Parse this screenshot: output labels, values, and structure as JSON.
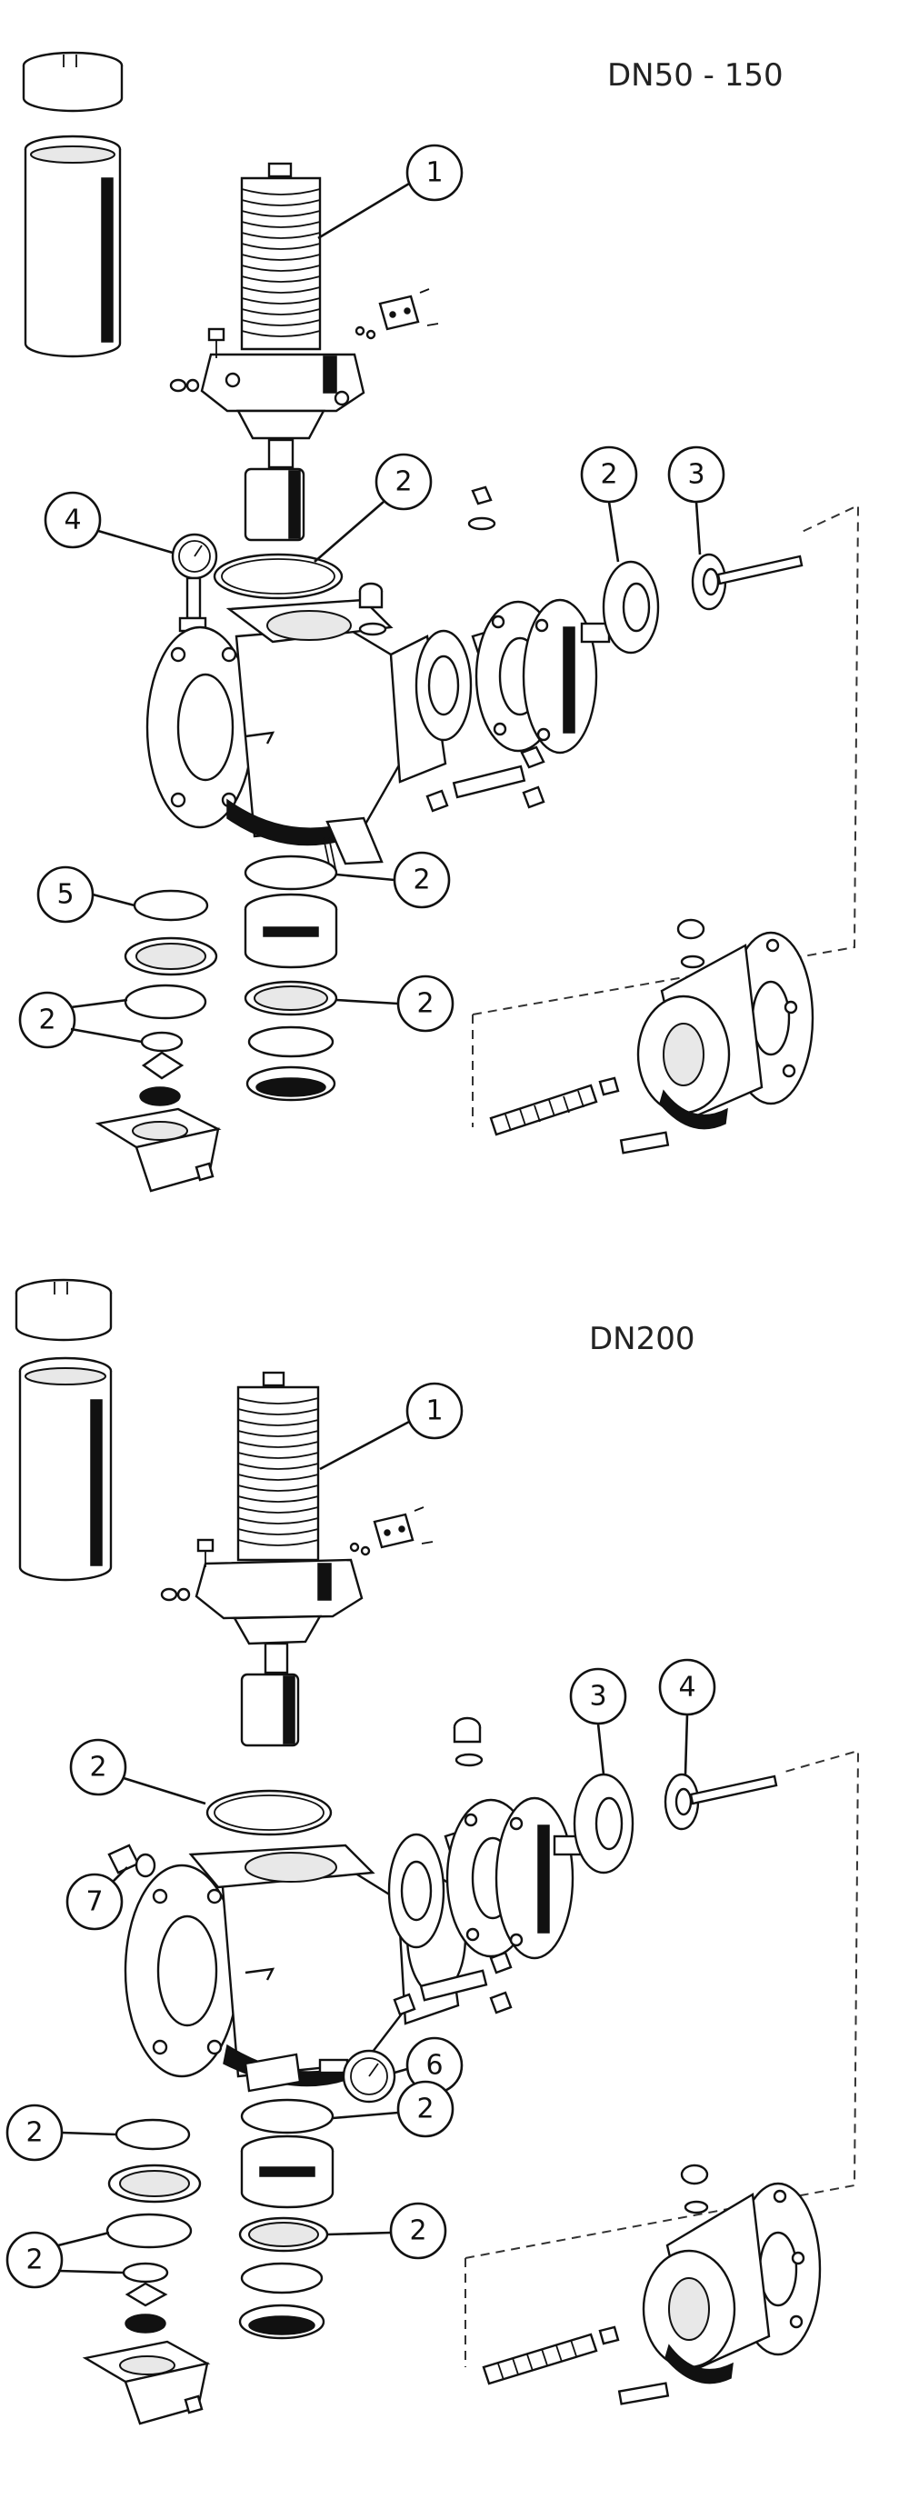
{
  "headings": {
    "top": "DN50 - 150",
    "bottom": "DN200"
  },
  "callouts_top": [
    "1",
    "2",
    "3",
    "4",
    "5",
    "2",
    "2",
    "2",
    "2"
  ],
  "callouts_bottom": [
    "1",
    "3",
    "4",
    "2",
    "7",
    "6",
    "2",
    "2",
    "2",
    "2"
  ]
}
